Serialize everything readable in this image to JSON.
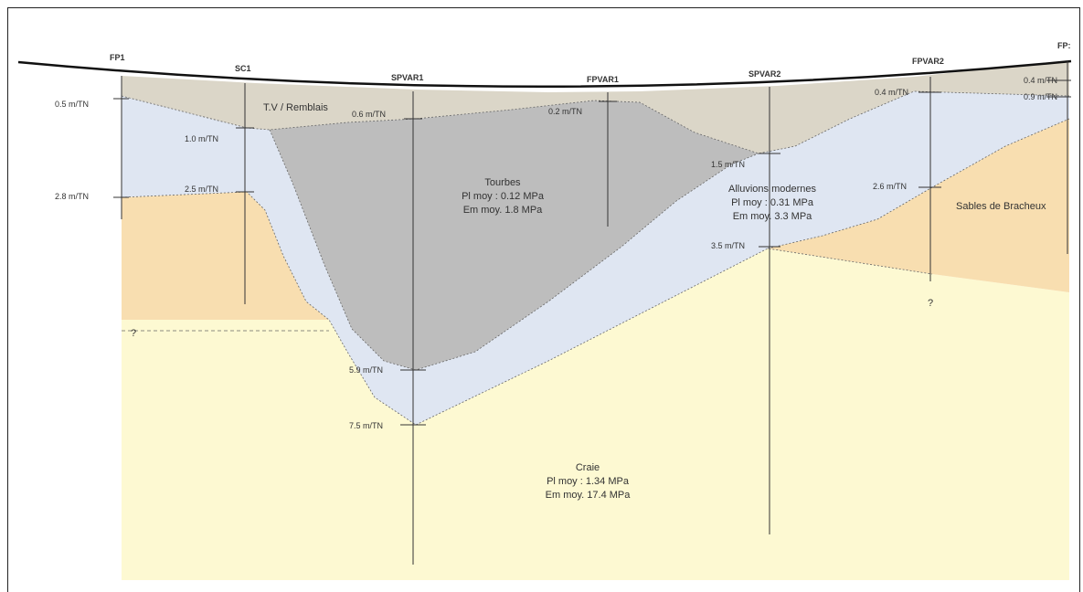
{
  "wells": [
    {
      "id": "fp1",
      "name": "FP1"
    },
    {
      "id": "sc1",
      "name": "SC1"
    },
    {
      "id": "spvar1",
      "name": "SPVAR1"
    },
    {
      "id": "fpvar1",
      "name": "FPVAR1"
    },
    {
      "id": "spvar2",
      "name": "SPVAR2"
    },
    {
      "id": "fpvar2",
      "name": "FPVAR2"
    },
    {
      "id": "fp3",
      "name": "FP:"
    }
  ],
  "depth_labels": {
    "fp1_a": "0.5 m/TN",
    "fp1_b": "2.8 m/TN",
    "sc1_a": "1.0 m/TN",
    "sc1_b": "2.5 m/TN",
    "spvar1_a": "0.6 m/TN",
    "spvar1_b": "5.9 m/TN",
    "spvar1_c": "7.5 m/TN",
    "fpvar1_a": "0.2 m/TN",
    "spvar2_a": "1.5 m/TN",
    "spvar2_b": "3.5 m/TN",
    "fpvar2_a": "0.4 m/TN",
    "fpvar2_b": "2.6 m/TN",
    "fp3_a": "0.4 m/TN",
    "fp3_b": "0.9 m/TN"
  },
  "layers": {
    "remblais": {
      "name": "T.V / Remblais",
      "color": "#dbd6c8"
    },
    "tourbes": {
      "name": "Tourbes",
      "line1": "Pl moy : 0.12 MPa",
      "line2": "Em moy. 1.8 MPa",
      "color": "#bdbdbd"
    },
    "alluvions": {
      "name": "Alluvions modernes",
      "line1": "Pl moy : 0.31 MPa",
      "line2": "Em moy. 3.3 MPa",
      "color": "#dfe6f2"
    },
    "sables": {
      "name": "Sables de Bracheux",
      "color": "#f8deb0"
    },
    "craie": {
      "name": "Craie",
      "line1": "Pl moy : 1.34 MPa",
      "line2": "Em moy. 17.4 MPa",
      "color": "#fdf9d2"
    }
  },
  "unknown_markers": [
    "?",
    "?"
  ]
}
